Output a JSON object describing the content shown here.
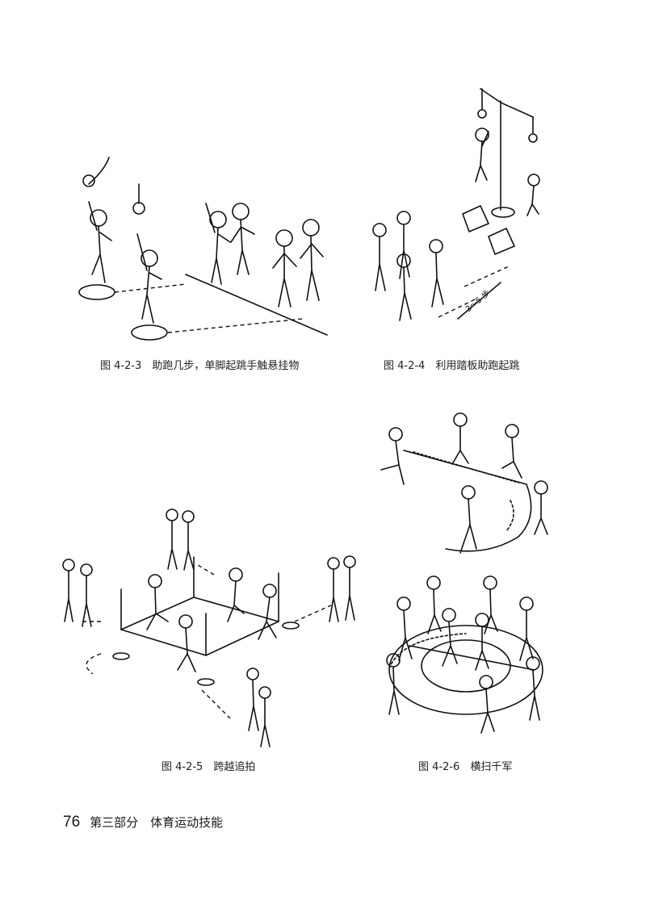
{
  "figures": [
    {
      "id": "fig-4-2-3",
      "caption": "图 4-2-3　助跑几步，单脚起跳手触悬挂物"
    },
    {
      "id": "fig-4-2-4",
      "caption": "图 4-2-4　利用踏板助跑起跳",
      "distance_label": "3～5 步"
    },
    {
      "id": "fig-4-2-5",
      "caption": "图 4-2-5　跨越追拍"
    },
    {
      "id": "fig-4-2-6",
      "caption": "图 4-2-6　横扫千军"
    }
  ],
  "footer": {
    "page_number": "76",
    "section": "第三部分　体育运动技能"
  }
}
